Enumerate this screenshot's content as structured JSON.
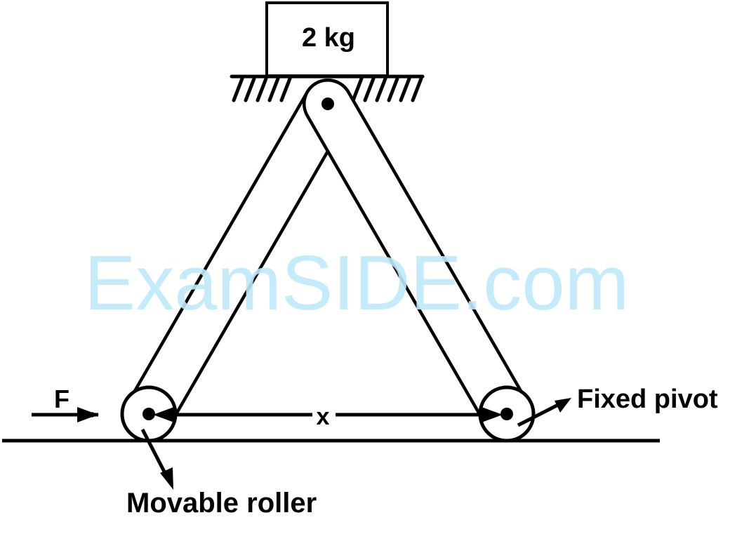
{
  "mass_label": "2 kg",
  "force_label": "F",
  "distance_label": "x",
  "fixed_pivot_label": "Fixed pivot",
  "movable_roller_label": "Movable roller",
  "watermark": "ExamSIDE.com",
  "colors": {
    "ink": "#000000",
    "watermark": "#bfe9fb"
  }
}
